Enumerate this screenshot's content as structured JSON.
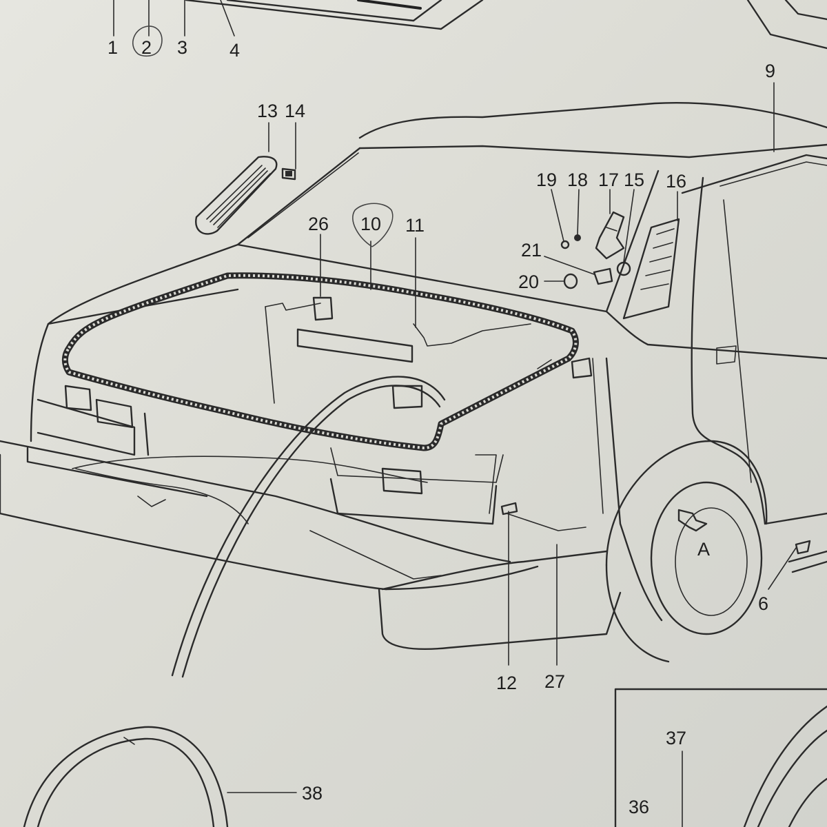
{
  "diagram": {
    "callouts": [
      "1",
      "2",
      "3",
      "4",
      "9",
      "13",
      "14",
      "26",
      "10",
      "11",
      "19",
      "18",
      "17",
      "15",
      "16",
      "21",
      "20",
      "A",
      "6",
      "12",
      "27",
      "38",
      "37",
      "36"
    ],
    "circled_callouts": [
      "2",
      "10"
    ]
  }
}
